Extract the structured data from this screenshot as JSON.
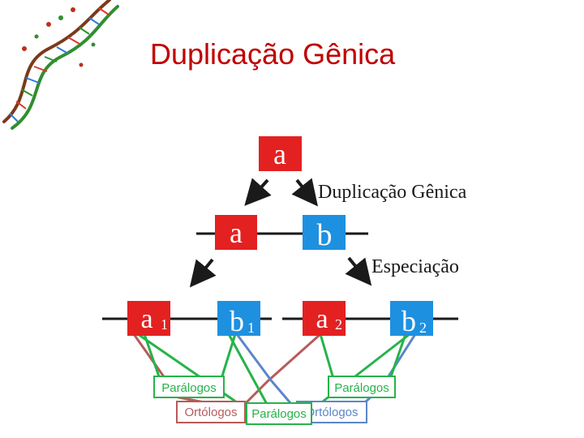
{
  "slide": {
    "title": "Duplicação Gênica"
  },
  "diagram": {
    "genes": {
      "ancestor": "a",
      "dup_a": "a",
      "dup_b": "b",
      "a1": "a",
      "a1_sub": "1",
      "b1": "b",
      "b1_sub": "1",
      "a2": "a",
      "a2_sub": "2",
      "b2": "b",
      "b2_sub": "2"
    },
    "steps": {
      "duplication": "Duplicação Gênica",
      "speciation": "Especiação"
    },
    "relationship_tags": {
      "paralogs_left": "Parálogos",
      "paralogs_right": "Parálogos",
      "orthologs_left": "Ortólogos",
      "paralogs_center": "Parálogos",
      "orthologs_right": "Ortólogos"
    },
    "colors": {
      "gene_a": "#e32121",
      "gene_b": "#1e90e0",
      "paralog_line": "#26b34a",
      "ortholog_red_line": "#b85a5a",
      "ortholog_blue_line": "#5b86c9",
      "title": "#c00000"
    }
  }
}
